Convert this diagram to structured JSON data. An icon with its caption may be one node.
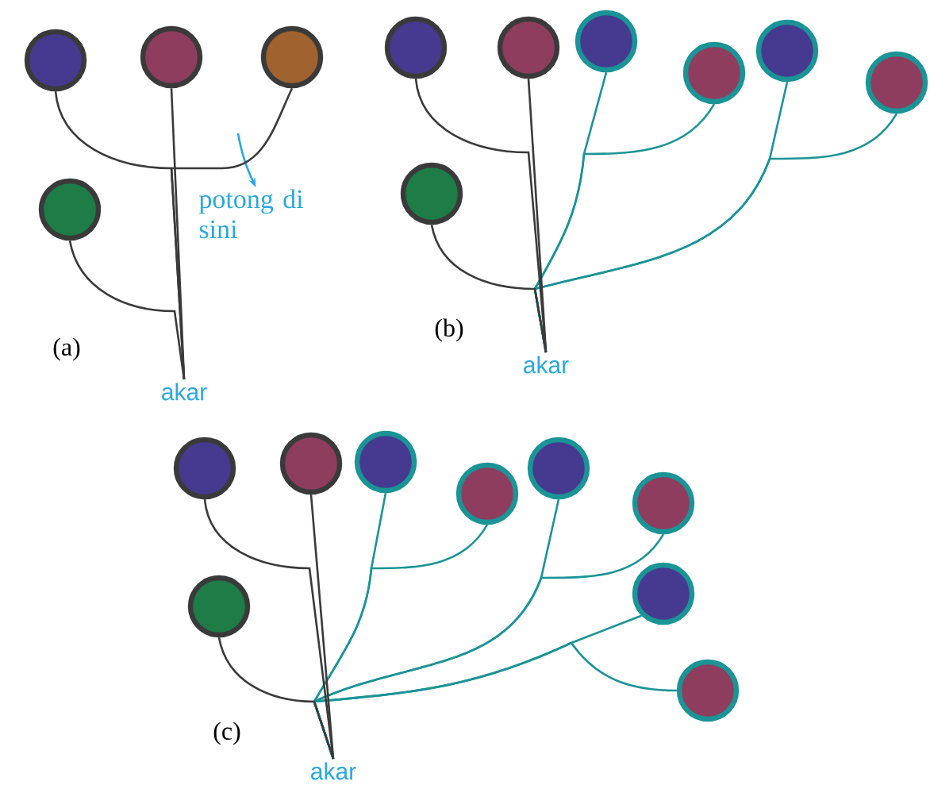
{
  "diagram": {
    "nodes": [
      {
        "text": [],
        "shape": "circle"
      },
      {
        "text": [],
        "shape": "circle"
      },
      {
        "text": [],
        "shape": "circle"
      },
      {
        "text": [],
        "shape": "circle"
      },
      {
        "text": [
          "potong di sini"
        ]
      },
      {
        "text": [
          "akar"
        ]
      },
      {
        "text": [],
        "shape": "circle"
      },
      {
        "text": [],
        "shape": "circle"
      },
      {
        "text": [],
        "shape": "circle"
      },
      {
        "text": [],
        "shape": "circle"
      },
      {
        "text": [],
        "shape": "circle"
      },
      {
        "text": [],
        "shape": "circle"
      },
      {
        "text": [],
        "shape": "circle"
      },
      {
        "text": [
          "akar"
        ]
      },
      {
        "text": [],
        "shape": "circle"
      },
      {
        "text": [],
        "shape": "circle"
      },
      {
        "text": [],
        "shape": "circle"
      },
      {
        "text": [],
        "shape": "circle"
      },
      {
        "text": [],
        "shape": "circle"
      },
      {
        "text": [],
        "shape": "circle"
      },
      {
        "text": [],
        "shape": "circle"
      },
      {
        "text": [],
        "shape": "circle"
      },
      {
        "text": [],
        "shape": "circle"
      },
      {
        "text": [
          "akar"
        ]
      }
    ],
    "edges": [
      {
        "from": 0,
        "to": 5,
        "arrow": "none"
      },
      {
        "from": 1,
        "to": 5,
        "arrow": "none"
      },
      {
        "from": 2,
        "to": 5,
        "arrow": "none"
      },
      {
        "from": 3,
        "to": 5,
        "arrow": "none"
      },
      {
        "from": null,
        "to": 4,
        "arrow": "to",
        "color": "#29a8e0"
      },
      {
        "from": 6,
        "to": 13,
        "arrow": "none"
      },
      {
        "from": 7,
        "to": 13,
        "arrow": "none"
      },
      {
        "from": 12,
        "to": 13,
        "arrow": "none"
      },
      {
        "from": 8,
        "to": 13,
        "arrow": "none",
        "color": "#1a9496"
      },
      {
        "from": 9,
        "to": 13,
        "arrow": "none",
        "color": "#1a9496"
      },
      {
        "from": 10,
        "to": 13,
        "arrow": "none",
        "color": "#1a9496"
      },
      {
        "from": 11,
        "to": 13,
        "arrow": "none",
        "color": "#1a9496"
      },
      {
        "from": 14,
        "to": 23,
        "arrow": "none"
      },
      {
        "from": 15,
        "to": 23,
        "arrow": "none"
      },
      {
        "from": 22,
        "to": 23,
        "arrow": "none"
      },
      {
        "from": 16,
        "to": 23,
        "arrow": "none",
        "color": "#1a9496"
      },
      {
        "from": 17,
        "to": 23,
        "arrow": "none",
        "color": "#1a9496"
      },
      {
        "from": 18,
        "to": 23,
        "arrow": "none",
        "color": "#1a9496"
      },
      {
        "from": 19,
        "to": 23,
        "arrow": "none",
        "color": "#1a9496"
      },
      {
        "from": 20,
        "to": 23,
        "arrow": "none",
        "color": "#1a9496"
      },
      {
        "from": 21,
        "to": 23,
        "arrow": "none",
        "color": "#1a9496"
      }
    ],
    "labels": [
      "(a)",
      "(b)",
      "(c)"
    ]
  }
}
